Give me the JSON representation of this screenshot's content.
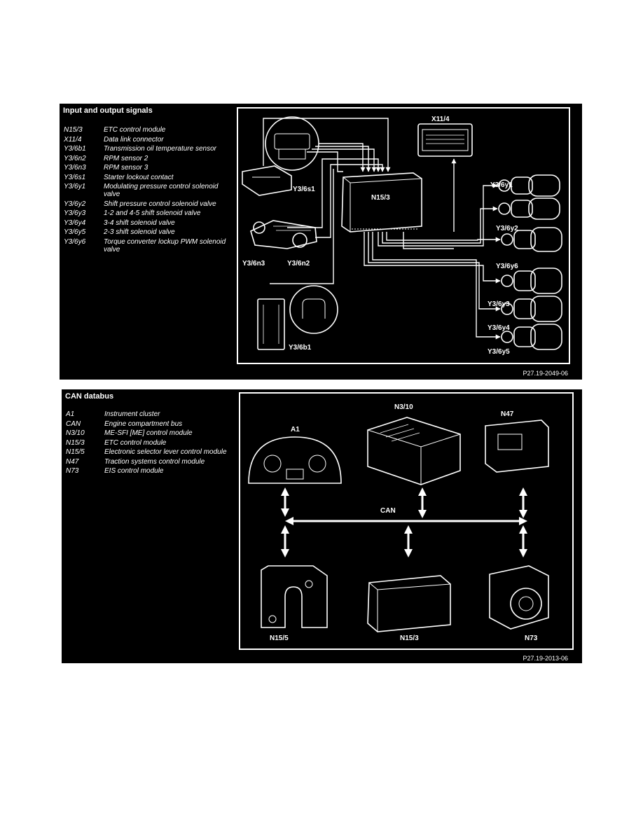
{
  "panel1": {
    "title": "Input and output signals",
    "legend": [
      {
        "code": "N15/3",
        "desc": "ETC control module"
      },
      {
        "code": "X11/4",
        "desc": "Data link connector"
      },
      {
        "code": "Y3/6b1",
        "desc": "Transmission oil temperature sensor"
      },
      {
        "code": "Y3/6n2",
        "desc": "RPM sensor 2"
      },
      {
        "code": "Y3/6n3",
        "desc": "RPM sensor 3"
      },
      {
        "code": "Y3/6s1",
        "desc": "Starter lockout contact"
      },
      {
        "code": "Y3/6y1",
        "desc": "Modulating pressure control solenoid valve"
      },
      {
        "code": "Y3/6y2",
        "desc": "Shift pressure control solenoid valve"
      },
      {
        "code": "Y3/6y3",
        "desc": "1-2 and 4-5 shift solenoid valve"
      },
      {
        "code": "Y3/6y4",
        "desc": "3-4 shift solenoid valve"
      },
      {
        "code": "Y3/6y5",
        "desc": "2-3 shift solenoid valve"
      },
      {
        "code": "Y3/6y6",
        "desc": "Torque converter lockup PWM solenoid valve"
      }
    ],
    "diagram_labels": {
      "x11_4": "X11/4",
      "n15_3": "N15/3",
      "y3_6s1": "Y3/6s1",
      "y3_6n3": "Y3/6n3",
      "y3_6n2": "Y3/6n2",
      "y3_6b1": "Y3/6b1",
      "y3_6y1": "Y3/6y1",
      "y3_6y2": "Y3/6y2",
      "y3_6y6": "Y3/6y6",
      "y3_6y3": "Y3/6y3",
      "y3_6y4": "Y3/6y4",
      "y3_6y5": "Y3/6y5"
    },
    "ref": "P27.19-2049-06"
  },
  "panel2": {
    "title": "CAN databus",
    "legend": [
      {
        "code": "A1",
        "desc": "Instrument cluster"
      },
      {
        "code": "CAN",
        "desc": "Engine compartment bus"
      },
      {
        "code": "N3/10",
        "desc": "ME-SFI [ME] control module"
      },
      {
        "code": "N15/3",
        "desc": "ETC control module"
      },
      {
        "code": "N15/5",
        "desc": "Electronic selector lever control module"
      },
      {
        "code": "N47",
        "desc": "Traction systems control module"
      },
      {
        "code": "N73",
        "desc": "EIS control module"
      }
    ],
    "diagram_labels": {
      "a1": "A1",
      "n3_10": "N3/10",
      "n47": "N47",
      "can": "CAN",
      "n15_5": "N15/5",
      "n15_3": "N15/3",
      "n73": "N73"
    },
    "ref": "P27.19-2013-06"
  }
}
